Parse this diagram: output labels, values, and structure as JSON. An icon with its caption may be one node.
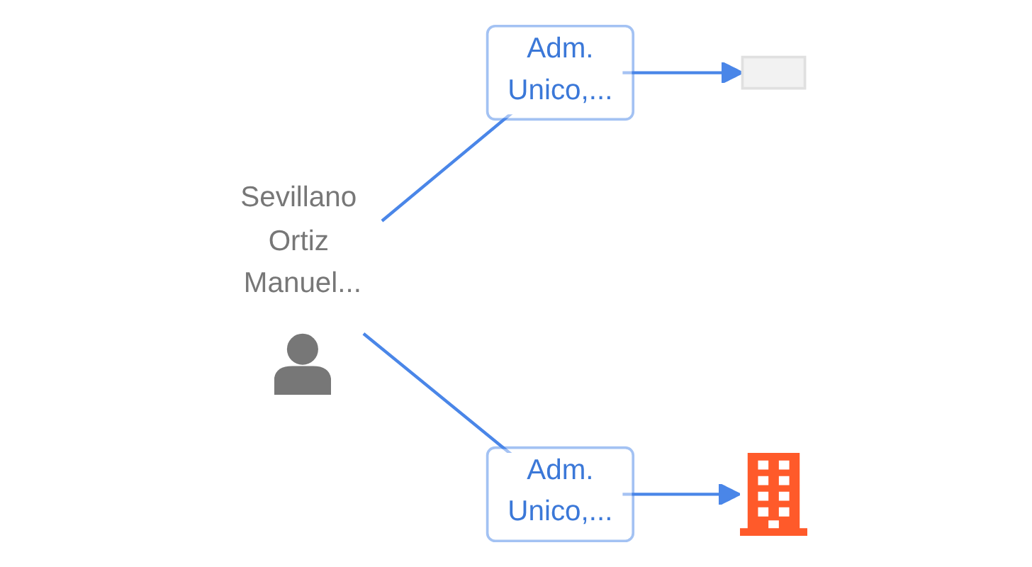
{
  "diagram": {
    "nodes": [
      {
        "text": [
          "Sevillano Ortiz Manuel..."
        ]
      },
      {
        "text": [],
        "shape": "box"
      },
      {
        "text": [],
        "shape": "picture"
      }
    ],
    "edges": [
      {
        "from": 0,
        "to": 1,
        "arrow": "to",
        "label": "Adm. Unico,..."
      },
      {
        "from": 0,
        "to": 2,
        "arrow": "to",
        "label": "Adm. Unico,..."
      }
    ]
  }
}
